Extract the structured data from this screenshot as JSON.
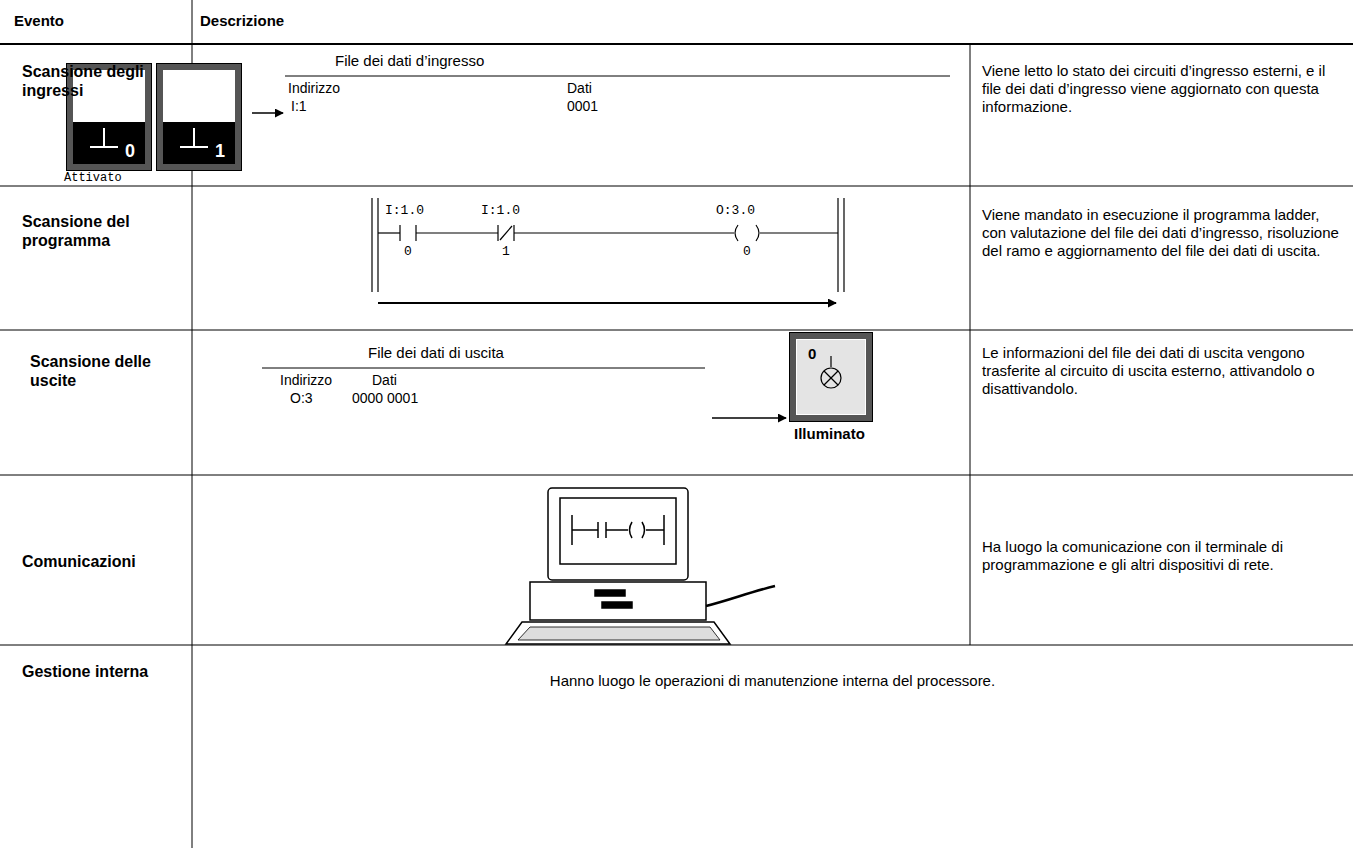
{
  "diagram": {
    "nodes": [
      {
        "text": [
          "0"
        ]
      },
      {
        "text": [
          "1"
        ]
      },
      {
        "text": [
          "0"
        ]
      }
    ],
    "labels": [
      "Evento",
      "Descrizione",
      "Scansione degli ingressi",
      "File dei dati d’ingresso",
      "Indirizzo",
      "Dati",
      "I:1",
      "0001",
      "Attivato",
      "Viene letto lo stato dei circuiti d’ingresso esterni, e il file dei dati d’ingresso viene aggiornato con questa informazione.",
      "Scansione del programma",
      "I:1.0",
      "I:1.0",
      "O:3.0",
      "0",
      "1",
      "0",
      "Viene mandato in esecuzione il programma ladder, con valutazione del file dei dati d’ingresso, risoluzione del ramo e aggiornamento del file dei dati di uscita.",
      "Scansione delle uscite",
      "File dei dati di uscita",
      "Indirizzo",
      "Dati",
      "O:3",
      "0000 0001",
      "Illuminato",
      "Le informazioni del file dei dati di uscita vengono trasferite al circuito di uscita esterno, attivandolo o disattivandolo.",
      "Comunicazioni",
      "Ha luogo la comunicazione con il terminale di programmazione e gli altri dispositivi di rete.",
      "Gestione interna",
      "Hanno luogo le operazioni di manutenzione interna del processore."
    ]
  }
}
